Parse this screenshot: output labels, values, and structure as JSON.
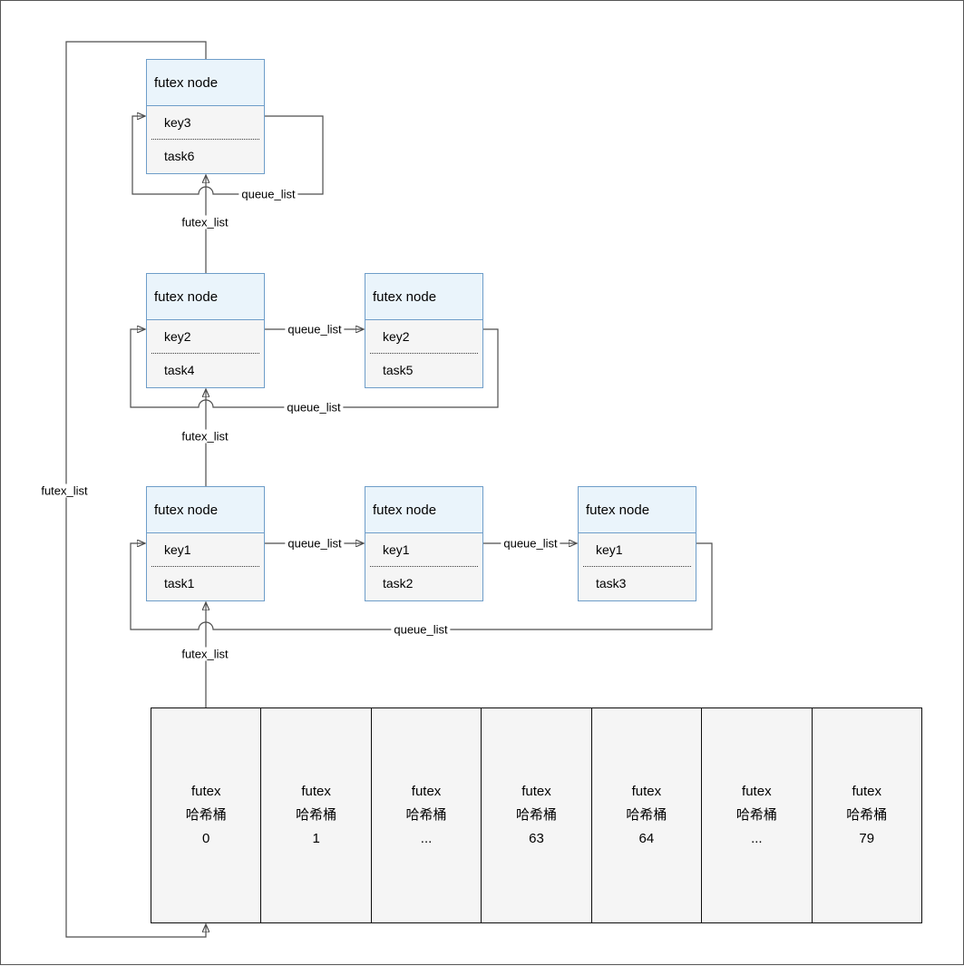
{
  "diagram": {
    "node_title": "futex node",
    "nodes": [
      {
        "key": "key3",
        "task": "task6"
      },
      {
        "key": "key2",
        "task": "task4"
      },
      {
        "key": "key2",
        "task": "task5"
      },
      {
        "key": "key1",
        "task": "task1"
      },
      {
        "key": "key1",
        "task": "task2"
      },
      {
        "key": "key1",
        "task": "task3"
      }
    ],
    "edge_labels": {
      "queue_list": "queue_list",
      "futex_list": "futex_list"
    },
    "bucket_row": {
      "line1": "futex",
      "line2": "哈希桶",
      "indices": [
        "0",
        "1",
        "...",
        "63",
        "64",
        "...",
        "79"
      ]
    },
    "colors": {
      "node_stroke": "#6e9dc9",
      "node_header_fill": "#eaf4fb",
      "node_body_fill": "#f5f5f5",
      "bucket_fill": "#f5f5f5",
      "bucket_stroke": "#0d0d0d",
      "connector": "#4d4d4d",
      "arrowhead": "#000000"
    }
  }
}
